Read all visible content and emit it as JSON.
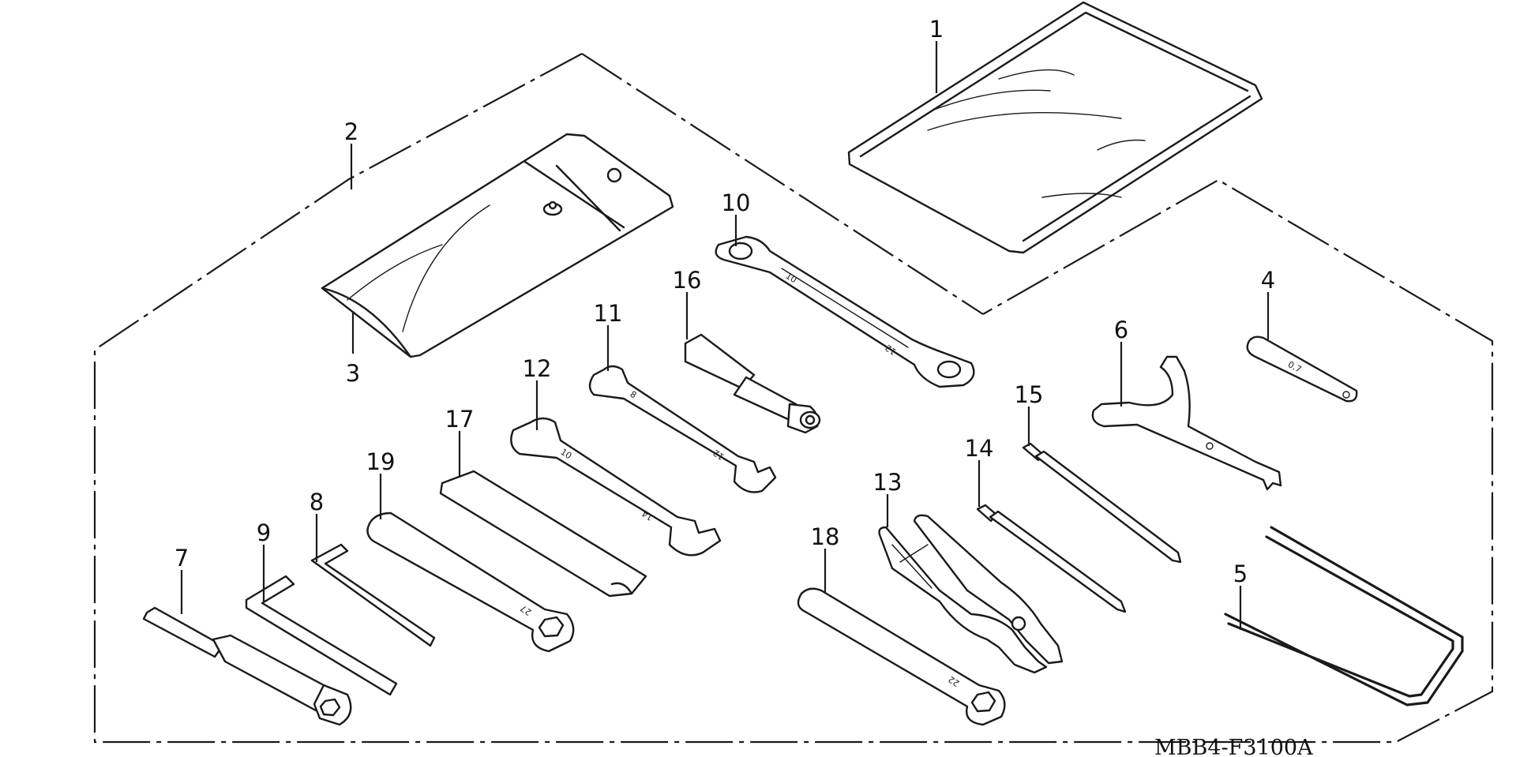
{
  "diagram_code": "MBB4-F3100A",
  "parts": [
    {
      "id": "1",
      "label": "1"
    },
    {
      "id": "2",
      "label": "2"
    },
    {
      "id": "3",
      "label": "3"
    },
    {
      "id": "4",
      "label": "4"
    },
    {
      "id": "5",
      "label": "5"
    },
    {
      "id": "6",
      "label": "6"
    },
    {
      "id": "7",
      "label": "7"
    },
    {
      "id": "8",
      "label": "8"
    },
    {
      "id": "9",
      "label": "9"
    },
    {
      "id": "10",
      "label": "10"
    },
    {
      "id": "11",
      "label": "11"
    },
    {
      "id": "12",
      "label": "12"
    },
    {
      "id": "13",
      "label": "13"
    },
    {
      "id": "14",
      "label": "14"
    },
    {
      "id": "15",
      "label": "15"
    },
    {
      "id": "16",
      "label": "16"
    },
    {
      "id": "17",
      "label": "17"
    },
    {
      "id": "18",
      "label": "18"
    },
    {
      "id": "19",
      "label": "19"
    }
  ],
  "stamps": {
    "wrench_10_a": "10",
    "wrench_10_b": "12",
    "wrench_11_a": "8",
    "wrench_11_b": "12",
    "wrench_12_a": "10",
    "wrench_12_b": "14",
    "wrench_19": "27",
    "wrench_18": "22",
    "tool_4": "0.7"
  }
}
